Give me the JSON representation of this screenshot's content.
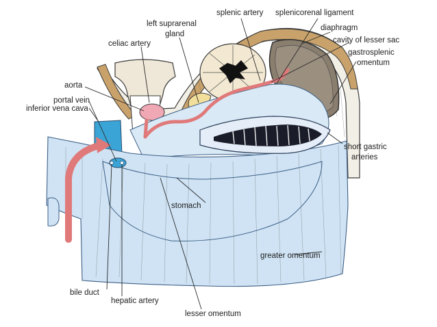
{
  "labels": {
    "splenic_artery": "splenic artery",
    "splenicorenal_ligament": "splenicorenal ligament",
    "left_suprarenal_gland": "left suprarenal gland",
    "left_suprarenal_gland_line1": "left suprarenal",
    "left_suprarenal_gland_line2": "gland",
    "diaphragm": "diaphragm",
    "celiac_artery": "celiac artery",
    "cavity_of_lesser_sac": "cavity of lesser sac",
    "gastrosplenic_omentum_line1": "gastrosplenic",
    "gastrosplenic_omentum_line2": "omentum",
    "aorta": "aorta",
    "portal_vein": "portal vein",
    "inferior_vena_cava": "inferior vena cava",
    "short_gastric_arteries_line1": "short gastric",
    "short_gastric_arteries_line2": "arteries",
    "stomach": "stomach",
    "greater_omentum": "greater omentum",
    "bile_duct": "bile duct",
    "hepatic_artery": "hepatic artery",
    "lesser_omentum": "lesser omentum"
  },
  "colors": {
    "peritoneum_blue": "#cfe3f4",
    "peritoneum_line": "#3d5f85",
    "bone": "#efe7d7",
    "muscle_tan": "#c9a26b",
    "spleen_texture": "#8a7e6f",
    "artery_red": "#e07a7a",
    "ivc_blue": "#3aa4d6",
    "suprarenal_yellow": "#f3df9c",
    "gastric_dark": "#1a1c2a"
  }
}
